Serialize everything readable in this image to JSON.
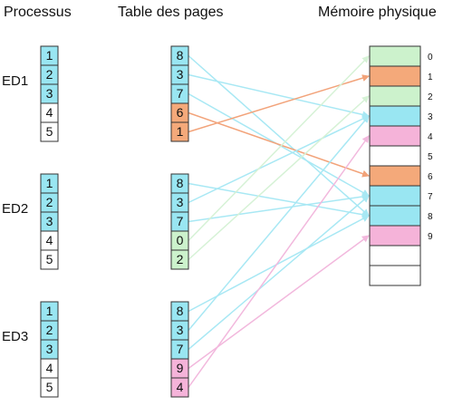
{
  "headers": {
    "processes": "Processus",
    "page_tables": "Table des pages",
    "physical_memory": "Mémoire physique"
  },
  "colors": {
    "cyan": "#99E6F2",
    "orange": "#F4A97A",
    "green": "#CCF2CC",
    "pink": "#F5B3D9",
    "white": "#FFFFFF",
    "arrow_cyan": "#A8E8F4",
    "arrow_orange": "#F2A37A",
    "arrow_green": "#D6F2D6",
    "arrow_pink": "#F2B8DD"
  },
  "processes": [
    {
      "name": "ED1",
      "pages": [
        {
          "label": "1",
          "color": "cyan"
        },
        {
          "label": "2",
          "color": "cyan"
        },
        {
          "label": "3",
          "color": "cyan"
        },
        {
          "label": "4",
          "color": "white"
        },
        {
          "label": "5",
          "color": "white"
        }
      ],
      "page_table": [
        {
          "frame": "8",
          "color": "cyan"
        },
        {
          "frame": "3",
          "color": "cyan"
        },
        {
          "frame": "7",
          "color": "cyan"
        },
        {
          "frame": "6",
          "color": "orange"
        },
        {
          "frame": "1",
          "color": "orange"
        }
      ]
    },
    {
      "name": "ED2",
      "pages": [
        {
          "label": "1",
          "color": "cyan"
        },
        {
          "label": "2",
          "color": "cyan"
        },
        {
          "label": "3",
          "color": "cyan"
        },
        {
          "label": "4",
          "color": "white"
        },
        {
          "label": "5",
          "color": "white"
        }
      ],
      "page_table": [
        {
          "frame": "8",
          "color": "cyan"
        },
        {
          "frame": "3",
          "color": "cyan"
        },
        {
          "frame": "7",
          "color": "cyan"
        },
        {
          "frame": "0",
          "color": "green"
        },
        {
          "frame": "2",
          "color": "green"
        }
      ]
    },
    {
      "name": "ED3",
      "pages": [
        {
          "label": "1",
          "color": "cyan"
        },
        {
          "label": "2",
          "color": "cyan"
        },
        {
          "label": "3",
          "color": "cyan"
        },
        {
          "label": "4",
          "color": "white"
        },
        {
          "label": "5",
          "color": "white"
        }
      ],
      "page_table": [
        {
          "frame": "8",
          "color": "cyan"
        },
        {
          "frame": "3",
          "color": "cyan"
        },
        {
          "frame": "7",
          "color": "cyan"
        },
        {
          "frame": "9",
          "color": "pink"
        },
        {
          "frame": "4",
          "color": "pink"
        }
      ]
    }
  ],
  "memory": [
    {
      "index": "0",
      "color": "green"
    },
    {
      "index": "1",
      "color": "orange"
    },
    {
      "index": "2",
      "color": "green"
    },
    {
      "index": "3",
      "color": "cyan"
    },
    {
      "index": "4",
      "color": "pink"
    },
    {
      "index": "5",
      "color": "white"
    },
    {
      "index": "6",
      "color": "orange"
    },
    {
      "index": "7",
      "color": "cyan"
    },
    {
      "index": "8",
      "color": "cyan"
    },
    {
      "index": "9",
      "color": "pink"
    },
    {
      "index": "",
      "color": "white"
    },
    {
      "index": "",
      "color": "white"
    }
  ]
}
